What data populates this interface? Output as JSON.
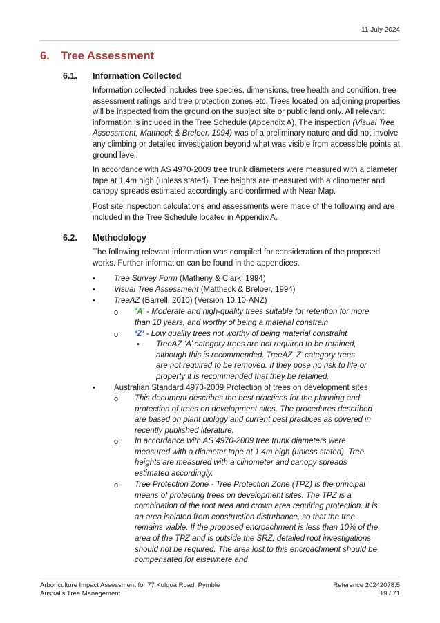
{
  "header": {
    "date": "11 July 2024"
  },
  "section": {
    "number": "6.",
    "title": "Tree Assessment"
  },
  "sub1": {
    "number": "6.1.",
    "title": "Information Collected",
    "p1_a": "Information collected includes tree species, dimensions, tree health and condition, tree assessment ratings and tree protection zones etc. Trees located on adjoining properties will be inspected from the ground on the subject site or public land only. All relevant information is included in the Tree Schedule (Appendix A). The inspection",
    "p1_italic": "(Visual Tree Assessment, Mattheck & Breloer, 1994)",
    "p1_b": "was of a preliminary nature and did not involve any climbing or detailed investigation beyond what was visible from accessible points at ground level.",
    "p2": "In accordance with AS 4970-2009 tree trunk diameters were measured with a diameter tape at 1.4m high (unless stated). Tree heights are measured with a clinometer and canopy spreads estimated accordingly and confirmed with Near Map.",
    "p3": "Post site inspection calculations and assessments were made of the following and are included in the Tree Schedule located in Appendix A."
  },
  "sub2": {
    "number": "6.2.",
    "title": "Methodology",
    "intro": "The following relevant information was compiled for consideration of the proposed works. Further information can be found in the appendices.",
    "bullets": [
      {
        "italic": "Tree Survey Form",
        "rest": " (Matheny & Clark, 1994)"
      },
      {
        "italic": "Visual Tree Assessment",
        "rest": " (Mattheck & Breloer, 1994)"
      },
      {
        "italic": "TreeAZ",
        "rest": " (Barrell, 2010) (Version 10.10-ANZ)"
      }
    ],
    "treeaz": {
      "a_label": "‘A’",
      "a_text": " - Moderate and high-quality trees suitable for retention for more than 10 years, and worthy of being a material constrain",
      "z_label": "‘Z’",
      "z_text": " - Low quality trees not worthy of being material constraint",
      "note": "TreeAZ ‘A’ category trees are not required to be retained, although this is recommended. TreeAZ ‘Z’ category trees are not required to be removed. If they pose no risk to life or property it is recommended that they be retained."
    },
    "standard": {
      "title": "Australian Standard 4970-2009 Protection of trees on development sites",
      "items": [
        "This document describes the best practices for the planning and protection of trees on development sites. The procedures described are based on plant biology and current best practices as covered in recently published literature.",
        "In accordance with AS 4970-2009 tree trunk diameters were measured with a diameter tape at 1.4m high (unless stated). Tree heights are measured with a clinometer and canopy spreads estimated accordingly.",
        "Tree Protection Zone - Tree Protection Zone (TPZ) is the principal means of protecting trees on development sites. The TPZ is a combination of the root area and crown area requiring protection. It is an area isolated from construction disturbance, so that the tree remains viable. If the proposed encroachment is less than 10% of the area of the TPZ and is outside the SRZ, detailed root investigations should not be required. The area lost to this encroachment should be compensated for elsewhere and"
      ]
    }
  },
  "markers": {
    "bullet": "•",
    "circle": "o",
    "square": "▪"
  },
  "footer": {
    "doc_title": "Arboriculture Impact Assessment for 77 Kulgoa Road, Pymble",
    "company": "Australis Tree Management",
    "reference": "Reference 20242078.5",
    "page": "19 / 71"
  }
}
